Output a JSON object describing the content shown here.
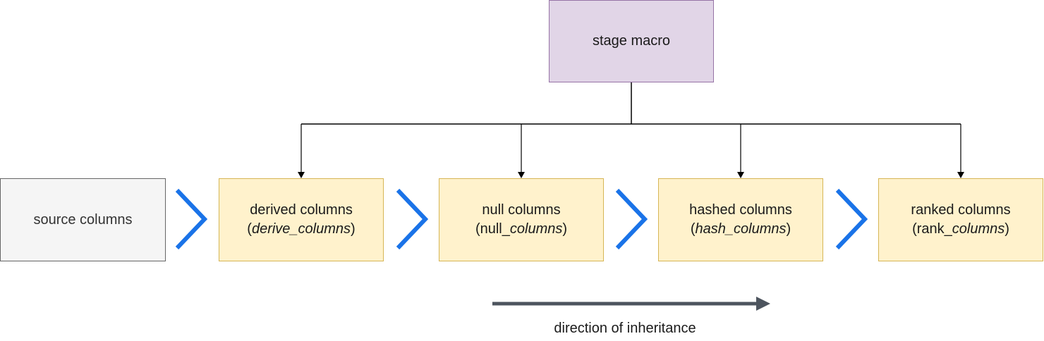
{
  "stage_macro": {
    "label": "stage macro"
  },
  "source": {
    "label": "source columns"
  },
  "steps": [
    {
      "label": "derived columns",
      "sub_pre": "(",
      "sub_italic": "derive_columns",
      "sub_post": ")"
    },
    {
      "label": "null columns",
      "sub_pre": "(null_",
      "sub_italic": "columns",
      "sub_post": ")"
    },
    {
      "label": "hashed columns",
      "sub_pre": "(",
      "sub_italic": "hash_columns",
      "sub_post": ")"
    },
    {
      "label": "ranked columns",
      "sub_pre": "(rank_",
      "sub_italic": "columns",
      "sub_post": ")"
    }
  ],
  "caption": "direction of inheritance",
  "colors": {
    "connector": "#000000",
    "chevron": "#1a73e8",
    "inheritance_arrow": "#4d545e",
    "stage_fill": "#e1d5e7",
    "step_fill": "#fff2cc",
    "source_fill": "#f5f5f5"
  }
}
